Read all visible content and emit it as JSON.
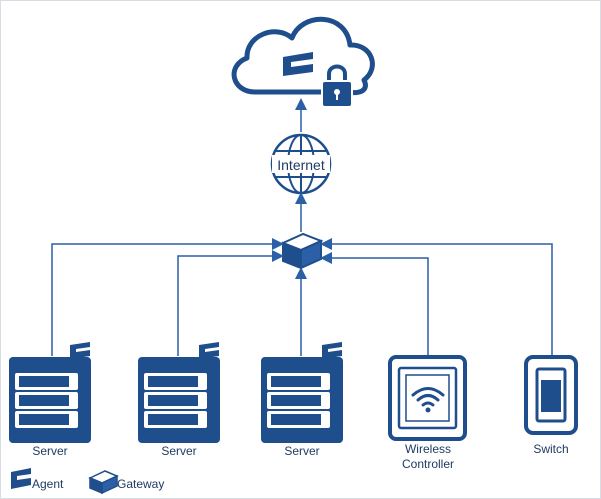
{
  "diagram": {
    "internet_label": "Internet",
    "nodes": [
      {
        "label_line1": "Server",
        "label_line2": ""
      },
      {
        "label_line1": "Server",
        "label_line2": ""
      },
      {
        "label_line1": "Server",
        "label_line2": ""
      },
      {
        "label_line1": "Wireless",
        "label_line2": "Controller"
      },
      {
        "label_line1": "Switch",
        "label_line2": ""
      }
    ],
    "legend": {
      "agent_label": "Agent",
      "gateway_label": "Gateway"
    },
    "colors": {
      "primary": "#1f4e8c",
      "accent": "#2b5fa6",
      "line": "#3b6fb3"
    }
  }
}
